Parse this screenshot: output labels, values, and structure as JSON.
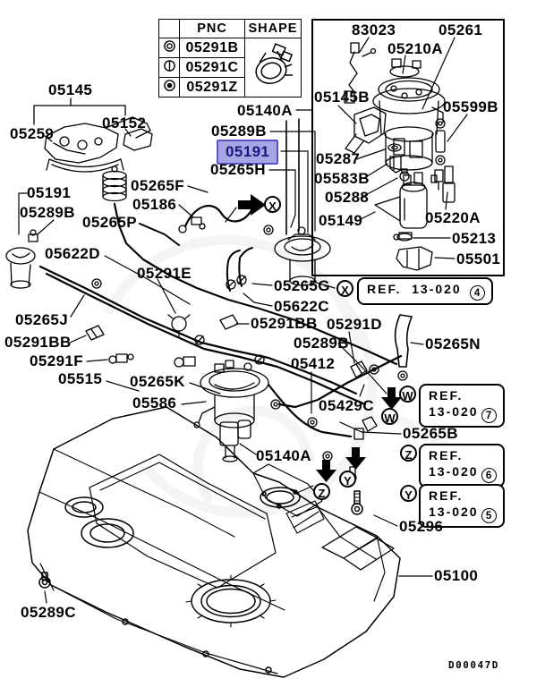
{
  "diagram_code": "D00047D",
  "highlighted_part": {
    "text": "05191"
  },
  "colors": {
    "highlight_bg": "#a9a5e4",
    "highlight_border": "#5955c8",
    "highlight_text": "#17177e",
    "line": "#000000"
  },
  "table": {
    "headers": {
      "pnc": "PNC",
      "shape": "SHAPE"
    },
    "rows": [
      {
        "symbol": "double-circle",
        "pnc": "05291B"
      },
      {
        "symbol": "circle-vertical-line",
        "pnc": "05291C"
      },
      {
        "symbol": "bullseye",
        "pnc": "05291Z"
      }
    ],
    "shape_icon": "hose-clamp"
  },
  "markers": {
    "x": "X",
    "w": "W",
    "y": "Y",
    "z": "Z"
  },
  "refs": {
    "x": {
      "prefix": "REF.",
      "code": "13-020",
      "num": "4"
    },
    "w": {
      "prefix": "REF.",
      "code": "13-020",
      "num": "7"
    },
    "z": {
      "prefix": "REF.",
      "code": "13-020",
      "num": "6"
    },
    "y": {
      "prefix": "REF.",
      "code": "13-020",
      "num": "5"
    }
  },
  "labels": [
    {
      "text": "05145"
    },
    {
      "text": "05259"
    },
    {
      "text": "05152"
    },
    {
      "text": "05191"
    },
    {
      "text": "05289B"
    },
    {
      "text": "05265F"
    },
    {
      "text": "05186"
    },
    {
      "text": "05265P"
    },
    {
      "text": "05622D"
    },
    {
      "text": "05291E"
    },
    {
      "text": "05265J"
    },
    {
      "text": "05291BB"
    },
    {
      "text": "05291F"
    },
    {
      "text": "05515"
    },
    {
      "text": "05265K"
    },
    {
      "text": "05586"
    },
    {
      "text": "05140A"
    },
    {
      "text": "05289B"
    },
    {
      "text": "05265H"
    },
    {
      "text": "05265G"
    },
    {
      "text": "05622C"
    },
    {
      "text": "05291BB"
    },
    {
      "text": "05291D"
    },
    {
      "text": "05289B"
    },
    {
      "text": "05412"
    },
    {
      "text": "05265N"
    },
    {
      "text": "05429C"
    },
    {
      "text": "05265B"
    },
    {
      "text": "05296"
    },
    {
      "text": "05100"
    },
    {
      "text": "05289C"
    },
    {
      "text": "83023"
    },
    {
      "text": "05261"
    },
    {
      "text": "05210A"
    },
    {
      "text": "05145B"
    },
    {
      "text": "05599B"
    },
    {
      "text": "05287"
    },
    {
      "text": "05583B"
    },
    {
      "text": "05288"
    },
    {
      "text": "05149"
    },
    {
      "text": "05220A"
    },
    {
      "text": "05213"
    },
    {
      "text": "05501"
    },
    {
      "text": "05140A"
    }
  ]
}
